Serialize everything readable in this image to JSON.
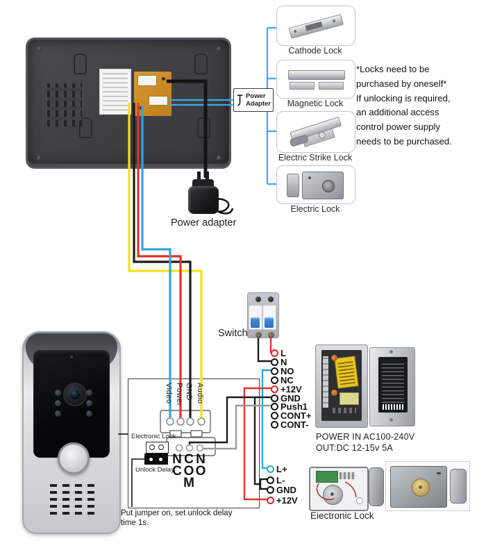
{
  "colors": {
    "wire_video_blue": "#2ea7e0",
    "wire_power_red": "#e0322b",
    "wire_ground_black": "#1b1b1b",
    "wire_audio_yellow": "#f1e21f",
    "wire_signal_gray": "#9b9b9b",
    "lock_bus_blue": "#35aee4",
    "breaker_blue": "#3a7fd5",
    "pcb_orange": "#cf8a28"
  },
  "power_adapter": {
    "box_line1": "Power",
    "box_line2": "Adapter",
    "caption": "Power adapter"
  },
  "locks": {
    "items": [
      {
        "label": "Cathode Lock"
      },
      {
        "label": "Magnetic Lock"
      },
      {
        "label": "Electric Strike Lock"
      },
      {
        "label": "Electric Lock"
      }
    ],
    "note_lines": [
      "*Locks need to be",
      "purchased by oneself*",
      "If unlocking is required,",
      "an additional access",
      "control power supply",
      "needs to be purchased."
    ]
  },
  "switch": {
    "label": "Switch"
  },
  "power_supply": {
    "terminals": [
      {
        "label": "L",
        "color": "red"
      },
      {
        "label": "N",
        "color": "black"
      },
      {
        "label": "NO",
        "color": "black"
      },
      {
        "label": "NC",
        "color": "black"
      },
      {
        "label": "+12V",
        "color": "red"
      },
      {
        "label": "GND",
        "color": "black"
      },
      {
        "label": "Push1",
        "color": "black"
      },
      {
        "label": "CONT+",
        "color": "black"
      },
      {
        "label": "CONT-",
        "color": "black"
      }
    ],
    "spec_line1": "POWER IN AC100-240V",
    "spec_line2": "OUT:DC 12-15v 5A"
  },
  "lock_connection": {
    "terminals": [
      {
        "label": "L+",
        "color": "blue"
      },
      {
        "label": "L-",
        "color": "black"
      },
      {
        "label": "GND",
        "color": "black"
      },
      {
        "label": "+12V",
        "color": "red"
      }
    ],
    "caption": "Eiectronic Lock"
  },
  "panel": {
    "wire_labels": [
      "Video",
      "Power",
      "GND",
      "Audio"
    ],
    "relay_columns": [
      "NC",
      "COM",
      "NO"
    ],
    "electronic_lock_label": "Electronic Lock",
    "unlock_delay_label": "Unlock Delay",
    "note_line1": "Put jumper on, set unlock delay",
    "note_line2": "time 1s."
  }
}
